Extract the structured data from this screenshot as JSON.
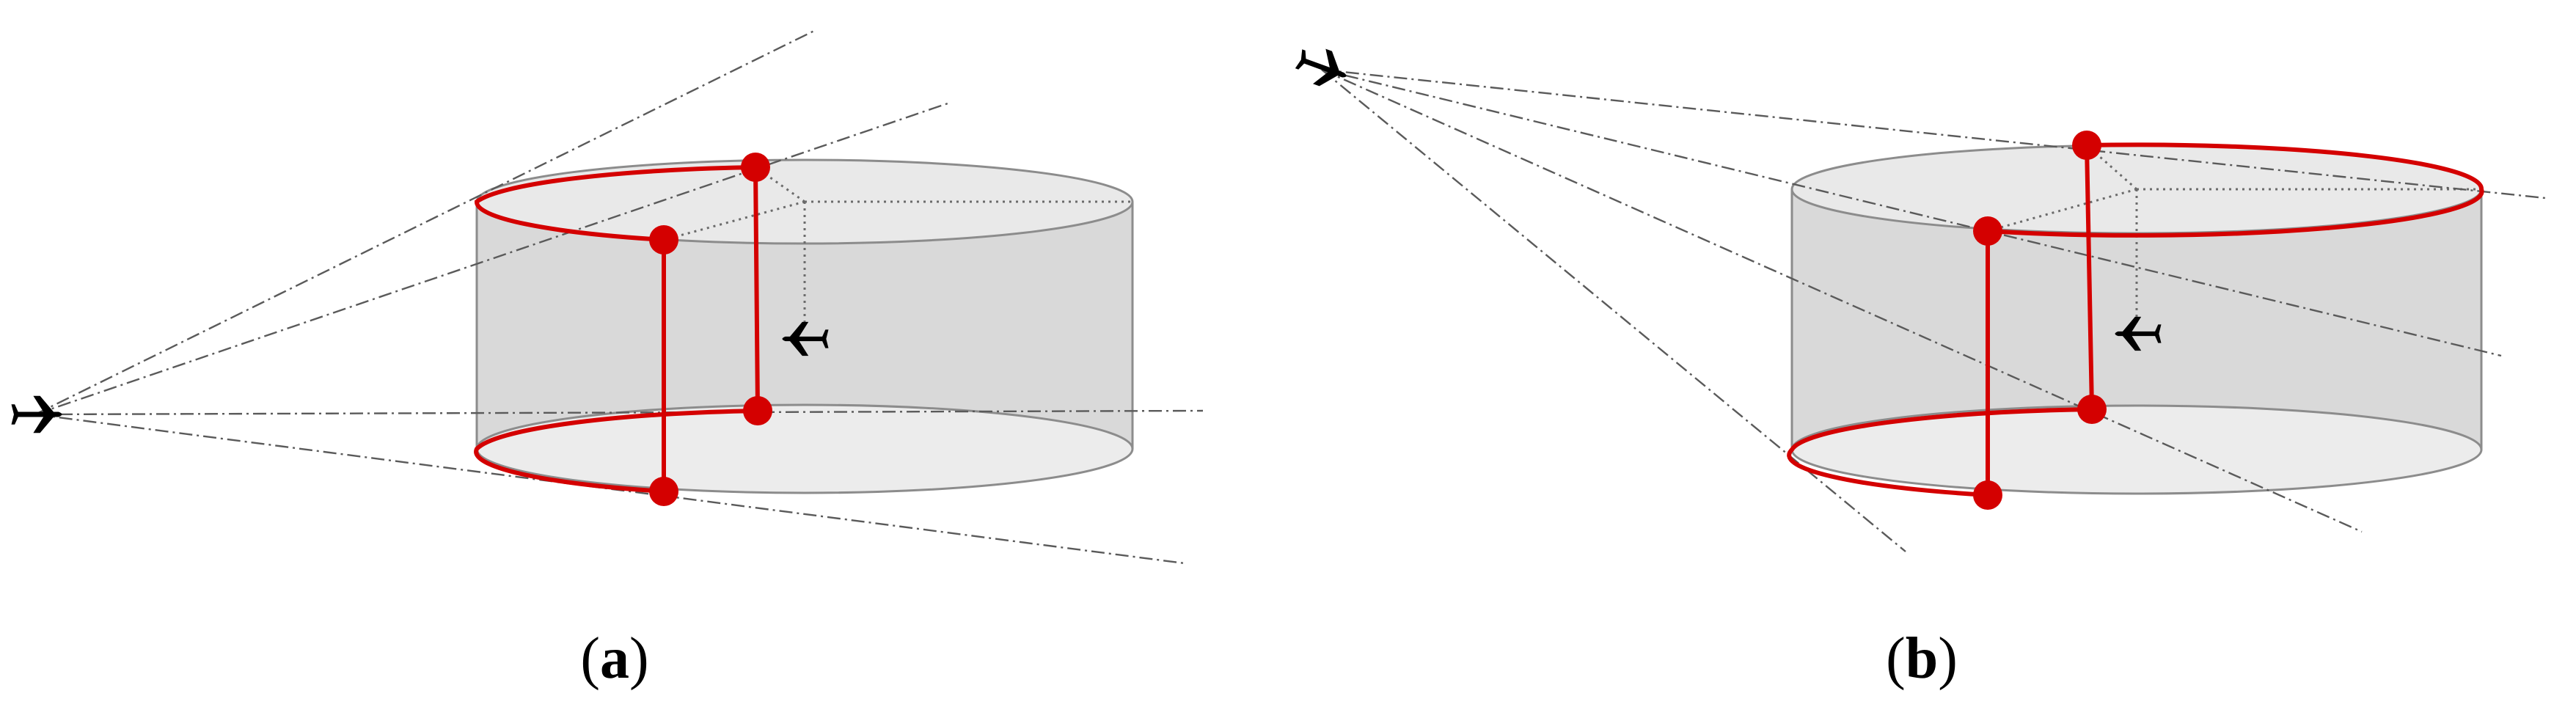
{
  "figure": {
    "panels": [
      {
        "id": "a",
        "label_open": "(",
        "label_letter": "a",
        "label_close": ")"
      },
      {
        "id": "b",
        "label_open": "(",
        "label_letter": "b",
        "label_close": ")"
      }
    ]
  },
  "colors": {
    "cylinder_side": "#d9d9d9",
    "cylinder_top": "#e9e9e9",
    "cylinder_bottom": "#ececec",
    "highlight": "#d40000",
    "aircraft": "#000000"
  },
  "icons": [
    "airplane-icon"
  ]
}
